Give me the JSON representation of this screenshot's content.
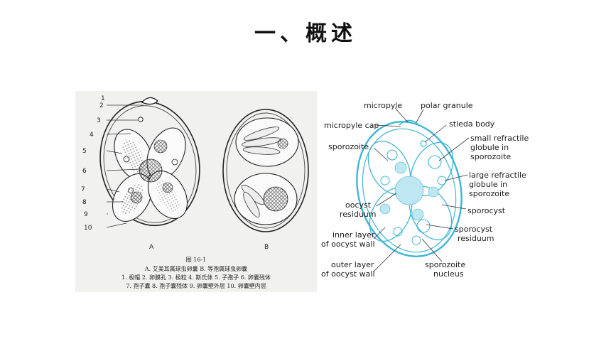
{
  "page": {
    "title": "一、概述"
  },
  "left_figure": {
    "numbers": [
      "1",
      "2",
      "3",
      "4",
      "5",
      "6",
      "7",
      "8",
      "9",
      "10"
    ],
    "label_a": "A",
    "label_b": "B",
    "caption_title": "图 16-1",
    "caption_line1": "A. 艾美耳属球虫卵囊   B. 等孢属球虫卵囊",
    "caption_line2": "1. 极帽   2. 卵膜孔   3. 极粒   4. 斯氏体   5. 子孢子   6. 卵囊残体",
    "caption_line3": "7. 孢子囊   8. 孢子囊残体   9. 卵囊壁外层   10. 卵囊壁内层"
  },
  "right_figure": {
    "labels": {
      "micropyle": "micropyle",
      "polar_granule": "polar granule",
      "micropyle_cap": "micropyle cap",
      "stieda_body": "stieda body",
      "sporozoite": "sporozoite",
      "small_refractile_1": "small refractile",
      "small_refractile_2": "globule in",
      "small_refractile_3": "sporozoite",
      "large_refractile_1": "large refractile",
      "large_refractile_2": "globule in",
      "large_refractile_3": "sporozoite",
      "oocyst_residuum_1": "oocyst",
      "oocyst_residuum_2": "residuum",
      "sporocyst": "sporocyst",
      "inner_layer_1": "inner layer",
      "inner_layer_2": "of oocyst wall",
      "sporocyst_residuum_1": "sporocyst",
      "sporocyst_residuum_2": "residuum",
      "outer_layer_1": "outer layer",
      "outer_layer_2": "of oocyst wall",
      "sporozoite_nucleus_1": "sporozoite",
      "sporozoite_nucleus_2": "nucleus"
    },
    "accent_color": "#3fb6d6"
  }
}
